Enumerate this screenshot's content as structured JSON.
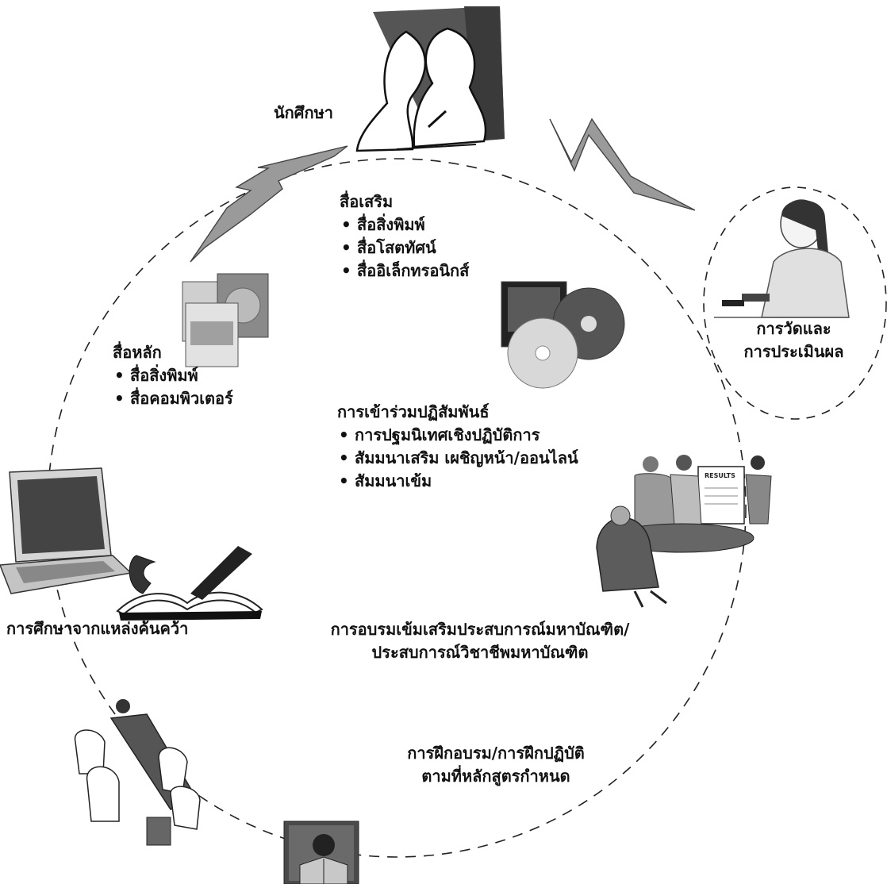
{
  "diagram": {
    "student": "นักศึกษา",
    "supplementary_media": {
      "title": "สื่อเสริม",
      "items": [
        "สื่อสิ่งพิมพ์",
        "สื่อโสตทัศน์",
        "สื่ออิเล็กทรอนิกส์"
      ]
    },
    "main_media": {
      "title": "สื่อหลัก",
      "items": [
        "สื่อสิ่งพิมพ์",
        "สื่อคอมพิวเตอร์"
      ]
    },
    "interaction": {
      "title": "การเข้าร่วมปฏิสัมพันธ์",
      "items": [
        "การปฐมนิเทศเชิงปฏิบัติการ",
        "สัมมนาเสริม เผชิญหน้า/ออนไลน์",
        "สัมมนาเข้ม"
      ]
    },
    "research": "การศึกษาจากแหล่งค้นคว้า",
    "intensive_training": {
      "line1": "การอบรมเข้มเสริมประสบการณ์มหาบัณฑิต/",
      "line2": "ประสบการณ์วิชาชีพมหาบัณฑิต"
    },
    "practicum": {
      "line1": "การฝึกอบรม/การฝึกปฏิบัติ",
      "line2": "ตามที่หลักสูตรกำหนด"
    },
    "evaluation": {
      "line1": "การวัดและ",
      "line2": "การประเมินผล"
    },
    "cd_label": "RESULTS"
  }
}
